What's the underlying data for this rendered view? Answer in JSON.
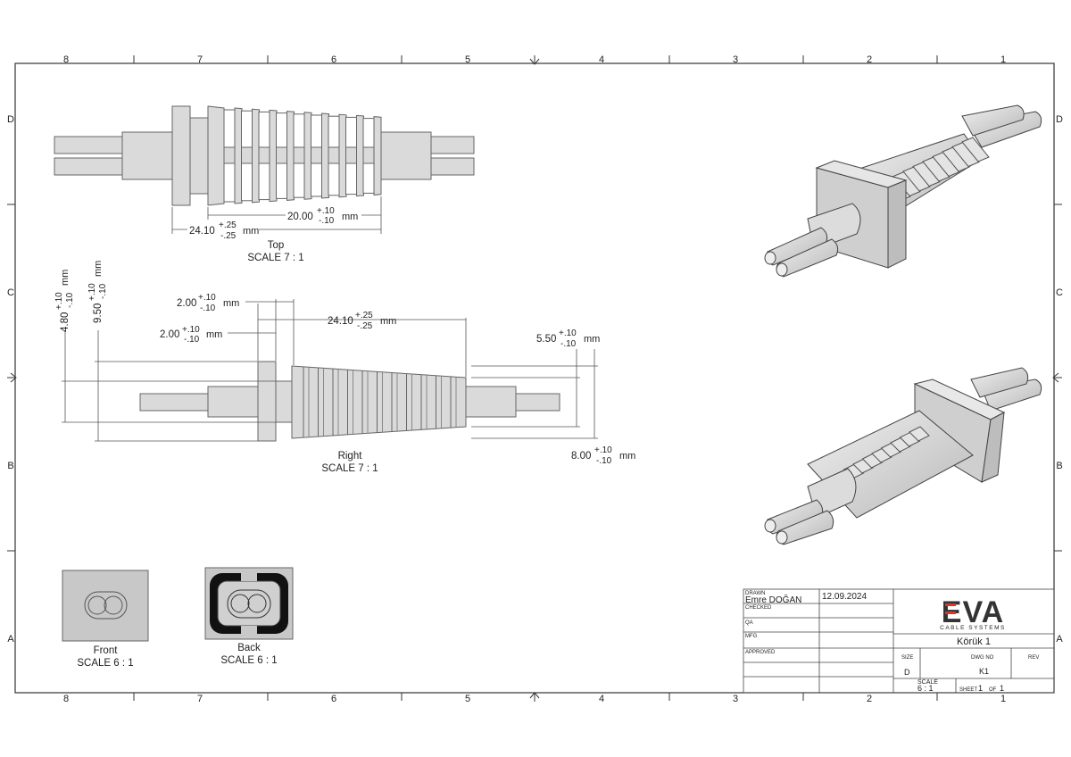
{
  "border": {
    "cols": [
      "8",
      "7",
      "6",
      "5",
      "4",
      "3",
      "2",
      "1"
    ],
    "rows": [
      "D",
      "C",
      "B",
      "A"
    ]
  },
  "views": {
    "top": {
      "name": "Top",
      "scale": "SCALE 7 : 1"
    },
    "right": {
      "name": "Right",
      "scale": "SCALE 7 : 1"
    },
    "front": {
      "name": "Front",
      "scale": "SCALE 6 : 1"
    },
    "back": {
      "name": "Back",
      "scale": "SCALE 6 : 1"
    }
  },
  "dims": {
    "top_20": {
      "nom": "20.00",
      "plus": "+.10",
      "minus": "-.10",
      "unit": "mm"
    },
    "top_24": {
      "nom": "24.10",
      "plus": "+.25",
      "minus": "-.25",
      "unit": "mm"
    },
    "r_2a": {
      "nom": "2.00",
      "plus": "+.10",
      "minus": "-.10",
      "unit": "mm"
    },
    "r_2b": {
      "nom": "2.00",
      "plus": "+.10",
      "minus": "-.10",
      "unit": "mm"
    },
    "r_24": {
      "nom": "24.10",
      "plus": "+.25",
      "minus": "-.25",
      "unit": "mm"
    },
    "r_480": {
      "nom": "4.80",
      "plus": "+.10",
      "minus": "-.10",
      "unit": "mm"
    },
    "r_950": {
      "nom": "9.50",
      "plus": "+.10",
      "minus": "-.10",
      "unit": "mm"
    },
    "r_550": {
      "nom": "5.50",
      "plus": "+.10",
      "minus": "-.10",
      "unit": "mm"
    },
    "r_800": {
      "nom": "8.00",
      "plus": "+.10",
      "minus": "-.10",
      "unit": "mm"
    }
  },
  "title_block": {
    "drawn_label": "DRAWN",
    "drawn_name": "Emre DOĞAN",
    "drawn_date": "12.09.2024",
    "checked_label": "CHECKED",
    "qa_label": "QA",
    "mfg_label": "MFG",
    "approved_label": "APPROVED",
    "logo_text": "EVA",
    "logo_sub": "CABLE SYSTEMS",
    "title": "Körük 1",
    "size_label": "SIZE",
    "size": "D",
    "dwg_label": "DWG NO",
    "dwg": "K1",
    "rev_label": "REV",
    "scale_label": "SCALE",
    "scale": "6 : 1",
    "sheet_label": "SHEET",
    "sheet": "1",
    "of_label": "OF",
    "of": "1"
  },
  "colors": {
    "part": "#d9d9d9",
    "edge": "#555555",
    "logo_red": "#e0332b",
    "logo_dark": "#333333"
  }
}
